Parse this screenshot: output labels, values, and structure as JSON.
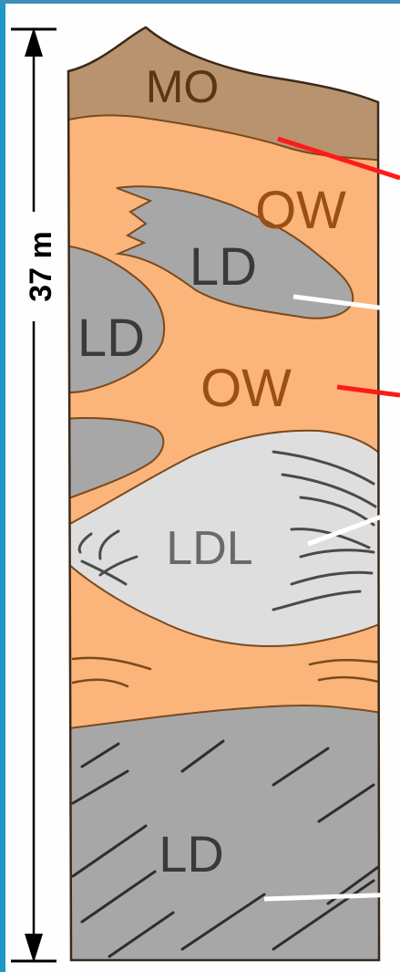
{
  "scale": {
    "label": "37 m"
  },
  "units": {
    "top": "MO",
    "ow_upper": "OW",
    "ld_upper_lens": "LD",
    "ld_left": "LD",
    "ow_middle": "OW",
    "ldl": "LDL",
    "ld_base": "LD"
  },
  "colors": {
    "MO": "#b9936f",
    "OW": "#fbb47a",
    "LD": "#a7a7a7",
    "LDL": "#dedede",
    "outline": "#7a4a1e",
    "scale_line": "#000000",
    "pointer_red": "#ff1a1a",
    "pointer_white": "#ffffff",
    "frame": "#1c98c9"
  }
}
